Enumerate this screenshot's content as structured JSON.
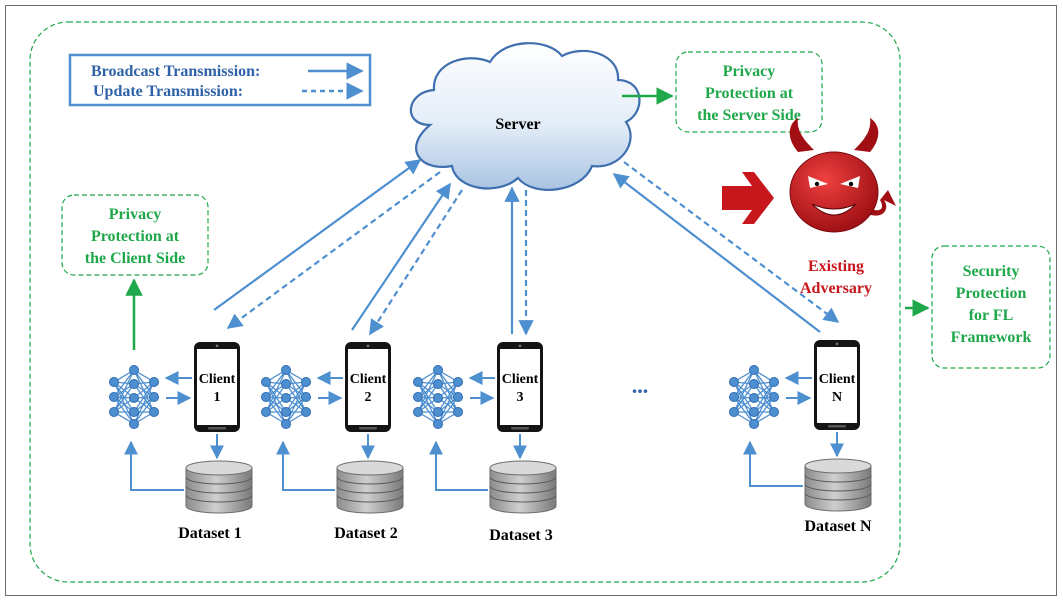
{
  "legend": {
    "broadcast_label": "Broadcast Transmission:",
    "update_label": "Update Transmission:"
  },
  "server": {
    "label": "Server"
  },
  "privacy_server": {
    "lines": [
      "Privacy",
      "Protection at",
      "the Server Side"
    ]
  },
  "privacy_client": {
    "lines": [
      "Privacy",
      "Protection at",
      "the Client Side"
    ]
  },
  "adversary": {
    "lines": [
      "Existing",
      "Adversary"
    ]
  },
  "security": {
    "lines": [
      "Security",
      "Protection",
      "for FL",
      "Framework"
    ]
  },
  "ellipsis": "...",
  "clients": [
    {
      "name": "Client",
      "num": "1",
      "dataset": "Dataset 1"
    },
    {
      "name": "Client",
      "num": "2",
      "dataset": "Dataset 2"
    },
    {
      "name": "Client",
      "num": "3",
      "dataset": "Dataset 3"
    },
    {
      "name": "Client",
      "num": "N",
      "dataset": "Dataset N"
    }
  ],
  "colors": {
    "arrow_blue": "#4e8fd0",
    "green": "#1fa84a",
    "adversary_red": "#c8161d",
    "frame_border": "#2f62a8"
  }
}
